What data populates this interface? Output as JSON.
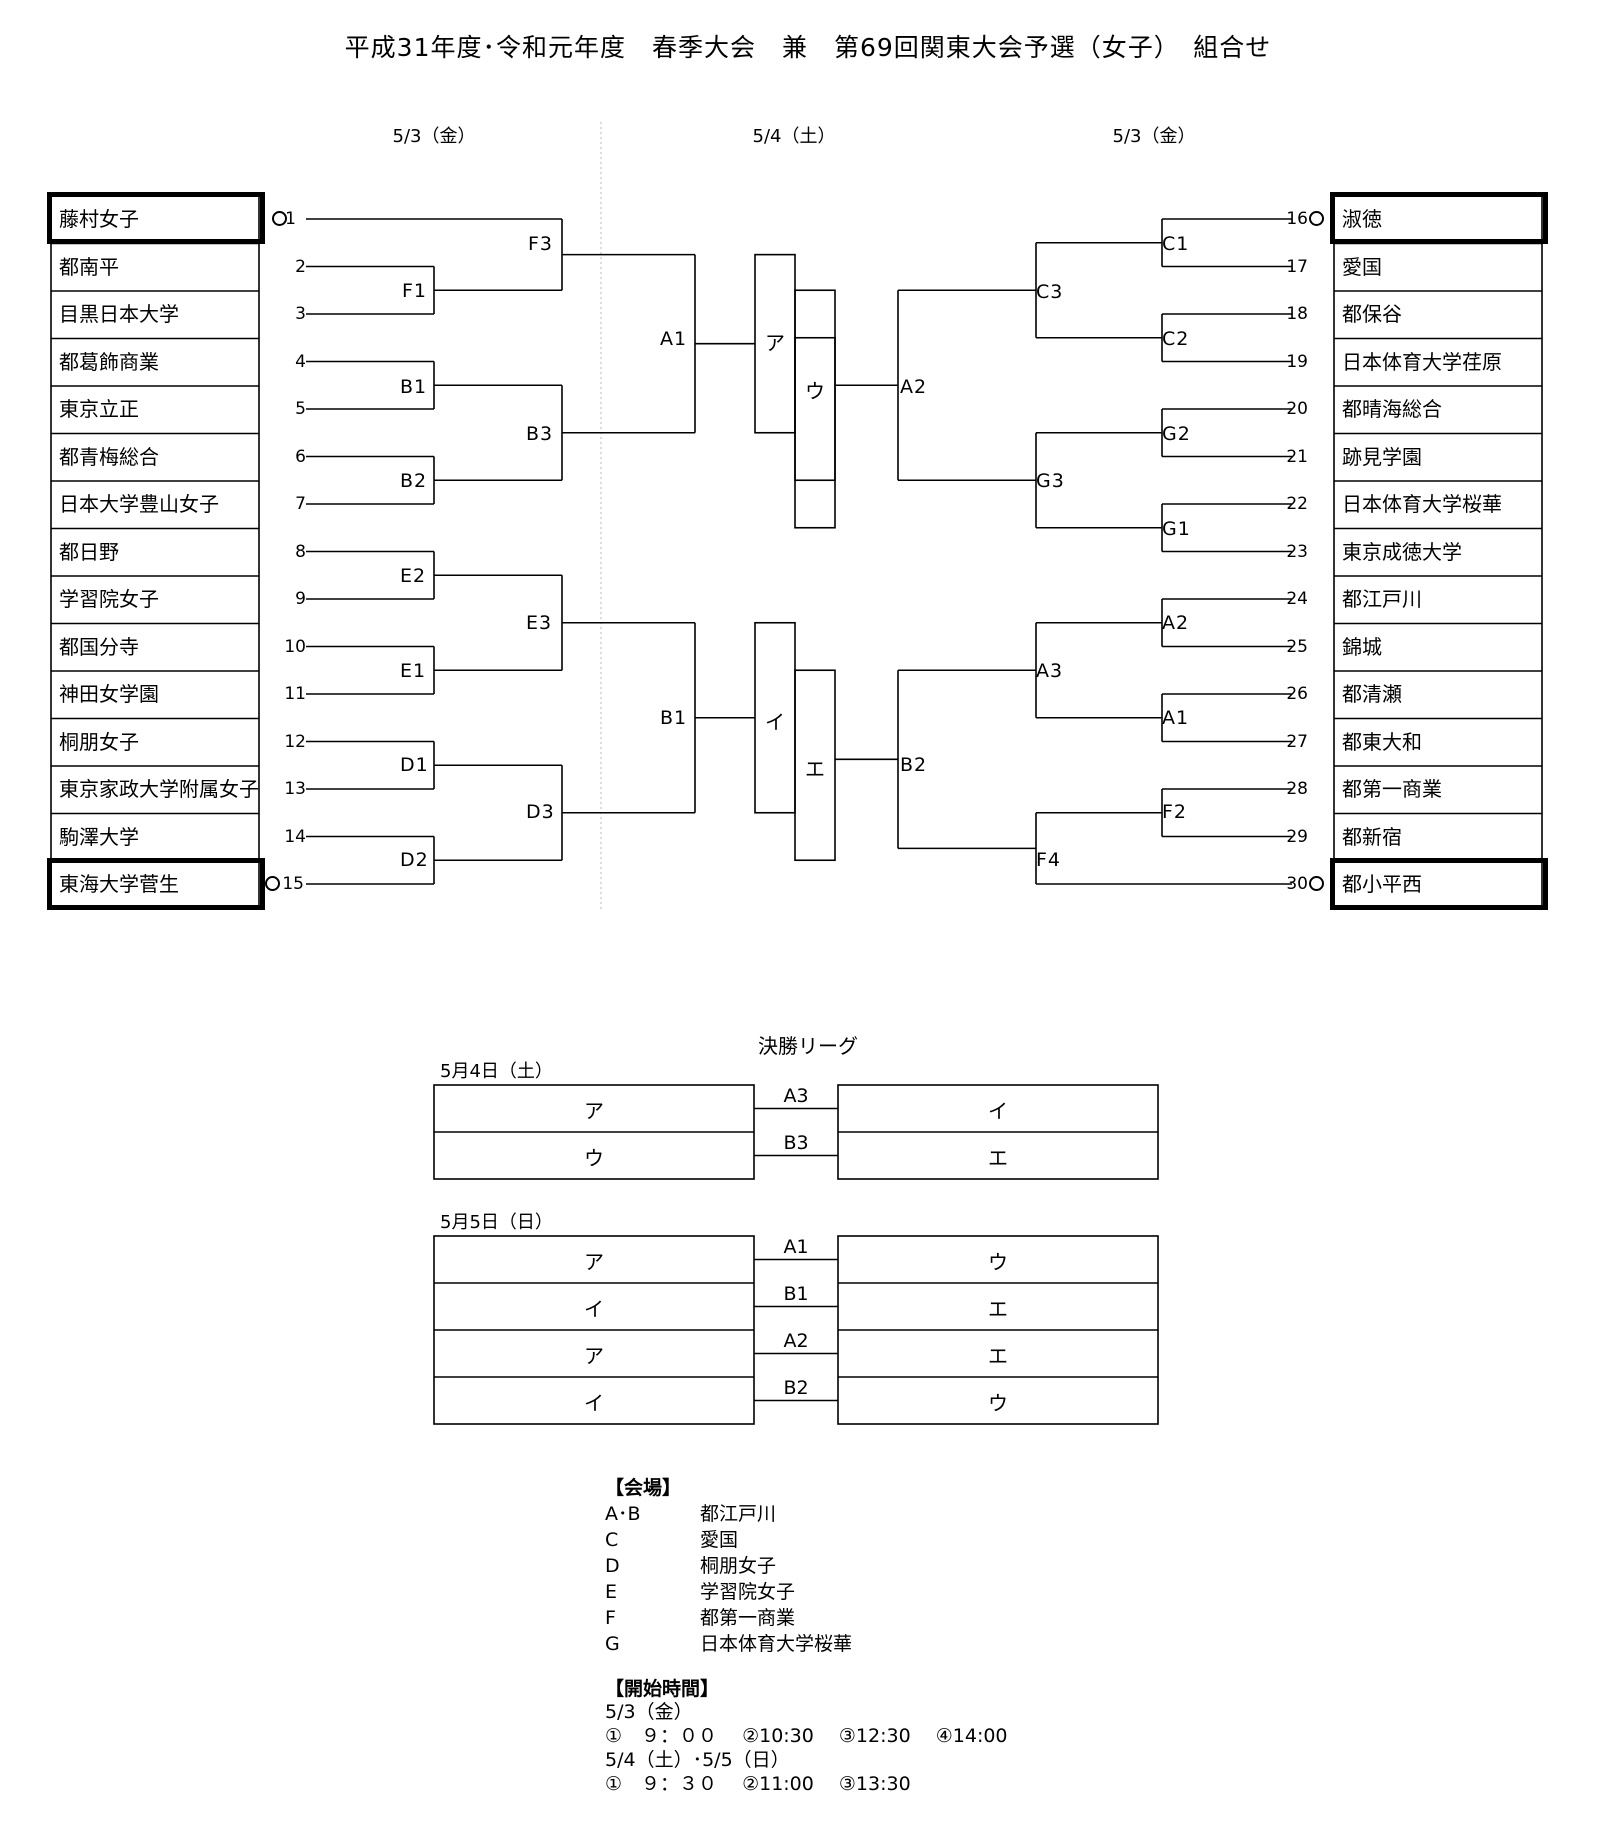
{
  "title": "平成31年度･令和元年度　春季大会　兼　第69回関東大会予選（女子）　組合せ",
  "dates": {
    "left": "5/3（金）",
    "center": "5/4（土）",
    "right": "5/3（金）"
  },
  "left_teams": [
    "藤村女子",
    "都南平",
    "目黒日本大学",
    "都葛飾商業",
    "東京立正",
    "都青梅総合",
    "日本大学豊山女子",
    "都日野",
    "学習院女子",
    "都国分寺",
    "神田女学園",
    "桐朋女子",
    "東京家政大学附属女子",
    "駒澤大学",
    "東海大学菅生"
  ],
  "left_nums": [
    "1",
    "2",
    "3",
    "4",
    "5",
    "6",
    "7",
    "8",
    "9",
    "10",
    "11",
    "12",
    "13",
    "14",
    "15"
  ],
  "right_teams": [
    "淑徳",
    "愛国",
    "都保谷",
    "日本体育大学荏原",
    "都晴海総合",
    "跡見学園",
    "日本体育大学桜華",
    "東京成徳大学",
    "都江戸川",
    "錦城",
    "都清瀬",
    "都東大和",
    "都第一商業",
    "都新宿",
    "都小平西"
  ],
  "right_nums": [
    "16",
    "17",
    "18",
    "19",
    "20",
    "21",
    "22",
    "23",
    "24",
    "25",
    "26",
    "27",
    "28",
    "29",
    "30"
  ],
  "left_matches": {
    "F1": "F1",
    "F3": "F3",
    "B1": "B1",
    "B2": "B2",
    "B3": "B3",
    "E1": "E1",
    "E2": "E2",
    "E3": "E3",
    "D1": "D1",
    "D2": "D2",
    "D3": "D3",
    "A1": "A1",
    "B1c": "B1"
  },
  "right_matches": {
    "C1": "C1",
    "C2": "C2",
    "C3": "C3",
    "G1": "G1",
    "G2": "G2",
    "G3": "G3",
    "A2": "A2",
    "A1": "A1",
    "A3": "A3",
    "F2": "F2",
    "F4": "F4",
    "A2c": "A2",
    "B2c": "B2"
  },
  "center_slots": {
    "a": "ア",
    "u": "ウ",
    "i": "イ",
    "e": "エ"
  },
  "final_league": {
    "title": "決勝リーグ",
    "day1": {
      "date": "5月4日（土）",
      "rows": [
        {
          "left": "ア",
          "code": "A3",
          "right": "イ"
        },
        {
          "left": "ウ",
          "code": "B3",
          "right": "エ"
        }
      ]
    },
    "day2": {
      "date": "5月5日（日）",
      "rows": [
        {
          "left": "ア",
          "code": "A1",
          "right": "ウ"
        },
        {
          "left": "イ",
          "code": "B1",
          "right": "エ"
        },
        {
          "left": "ア",
          "code": "A2",
          "right": "エ"
        },
        {
          "left": "イ",
          "code": "B2",
          "right": "ウ"
        }
      ]
    }
  },
  "venues": {
    "heading": "【会場】",
    "rows": [
      {
        "code": "A･B",
        "name": "都江戸川"
      },
      {
        "code": "C",
        "name": "愛国"
      },
      {
        "code": "D",
        "name": "桐朋女子"
      },
      {
        "code": "E",
        "name": "学習院女子"
      },
      {
        "code": "F",
        "name": "都第一商業"
      },
      {
        "code": "G",
        "name": "日本体育大学桜華"
      }
    ]
  },
  "start_times": {
    "heading": "【開始時間】",
    "day1_label": "5/3（金）",
    "day1_times": "①　９：００　 ②10:30　 ③12:30　 ④14:00",
    "day2_label": "5/4（土）･5/5（日）",
    "day2_times": "①　９：３０　 ②11:00　 ③13:30"
  }
}
